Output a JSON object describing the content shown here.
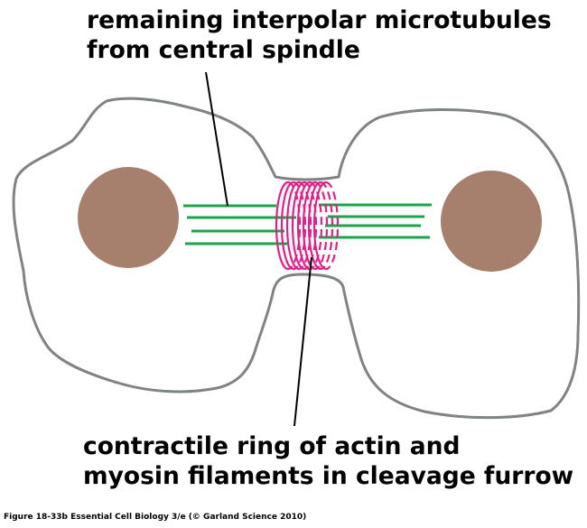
{
  "labels": {
    "top_line1": "remaining interpolar microtubules",
    "top_line2": "from central spindle",
    "bottom_line1": "contractile ring of actin and",
    "bottom_line2": "myosin filaments in cleavage furrow"
  },
  "caption": "Figure 18-33b  Essential Cell Biology 3/e (© Garland Science 2010)",
  "colors": {
    "cell_outline": "#7f8384",
    "nucleus": "#a67f6d",
    "microtubule": "#1aa54b",
    "contractile_ring": "#e0218a",
    "leader_line": "#000000"
  }
}
